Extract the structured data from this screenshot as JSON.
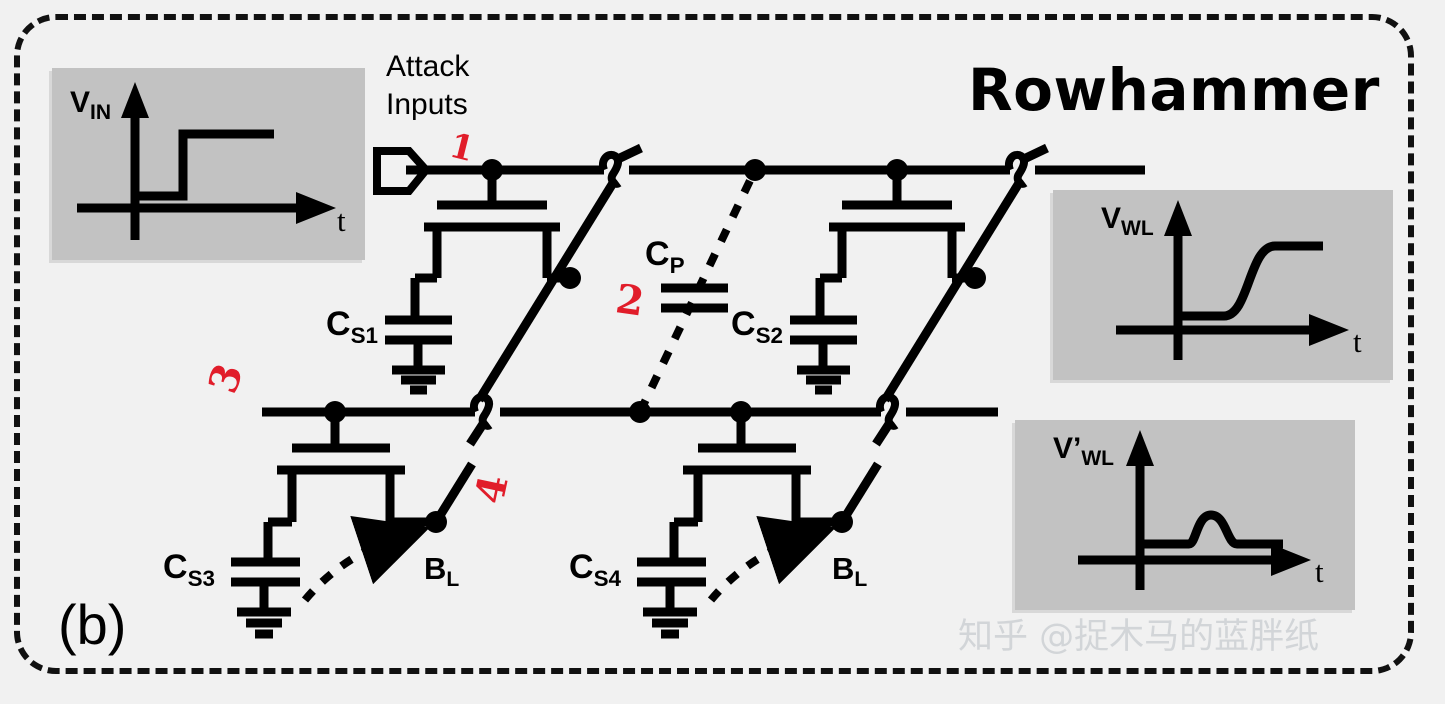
{
  "figure": {
    "panel_letter": "(b)",
    "title": "Rowhammer",
    "attack_inputs_label": "Attack\nInputs",
    "attack_inputs_line1": "Attack",
    "attack_inputs_line2": "Inputs",
    "watermark": "知乎 @捉木马的蓝胖纸",
    "background_color": "#f1f1f1",
    "inset_background_color": "#c2c2c2",
    "line_color": "#000000",
    "annotation_color": "#e11d2a"
  },
  "insets": [
    {
      "id": "v-in",
      "axis_y_label": "V",
      "axis_y_sub": "IN",
      "axis_x_label": "t",
      "waveform": "step-sharp-rising-edge"
    },
    {
      "id": "v-wl",
      "axis_y_label": "V",
      "axis_y_sub": "WL",
      "axis_x_label": "t",
      "waveform": "exponential-rising-edge"
    },
    {
      "id": "v-wl-prime",
      "axis_y_label": "V’",
      "axis_y_sub": "WL",
      "axis_x_label": "t",
      "waveform": "single-bump-glitch"
    }
  ],
  "circuit": {
    "capacitors": [
      {
        "id": "cs1",
        "label": "C",
        "sub": "S1"
      },
      {
        "id": "cp",
        "label": "C",
        "sub": "P"
      },
      {
        "id": "cs2",
        "label": "C",
        "sub": "S2"
      },
      {
        "id": "cs3",
        "label": "C",
        "sub": "S3"
      },
      {
        "id": "cs4",
        "label": "C",
        "sub": "S4"
      }
    ],
    "bitlines": [
      {
        "id": "bl-left",
        "label": "B",
        "sub": "L"
      },
      {
        "id": "bl-right",
        "label": "B",
        "sub": "L"
      }
    ],
    "wordlines": [
      "wordline-top",
      "wordline-bottom"
    ],
    "coupling": "dashed-parasitic-coupling-Cp",
    "charge_arrows": [
      "charge-leak-arrow-left",
      "charge-leak-arrow-right"
    ]
  },
  "annotations": [
    {
      "id": "mark-1",
      "text": "1"
    },
    {
      "id": "mark-2",
      "text": "2"
    },
    {
      "id": "mark-3",
      "text": "3"
    },
    {
      "id": "mark-4",
      "text": "4"
    }
  ]
}
